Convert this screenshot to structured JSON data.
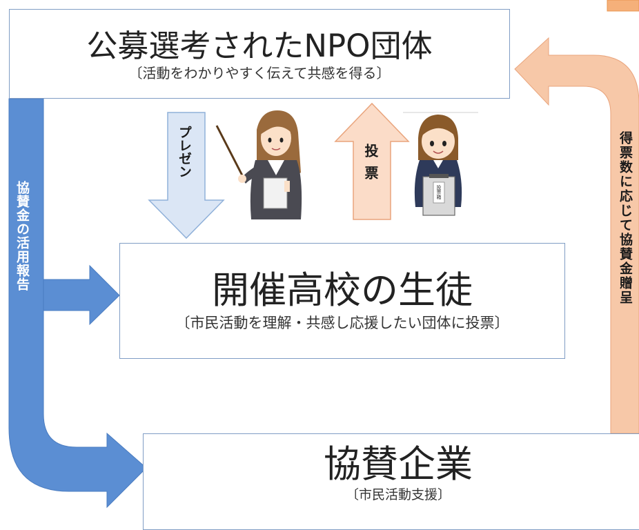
{
  "npo": {
    "title": "公募選考されたNPO団体",
    "subtitle": "〔活動をわかりやすく伝えて共感を得る〕"
  },
  "students": {
    "title": "開催高校の生徒",
    "subtitle": "〔市民活動を理解・共感し応援したい団体に投票〕"
  },
  "sponsors": {
    "title": "協賛企業",
    "subtitle": "〔市民活動支援〕"
  },
  "arrows": {
    "left_label": "協賛金の活用報告",
    "right_label": "得票数に応じて協賛金贈呈",
    "presentation_label": "プレゼン",
    "vote_label": "投票"
  },
  "ballot_box_text": "投票箱",
  "colors": {
    "blue_arrow": "#5b8ed3",
    "orange_arrow": "#f7c8a8",
    "light_blue_arrow": "#dbe6f5",
    "light_orange_arrow": "#fbdcc8",
    "box_border": "#7f9cc4"
  }
}
